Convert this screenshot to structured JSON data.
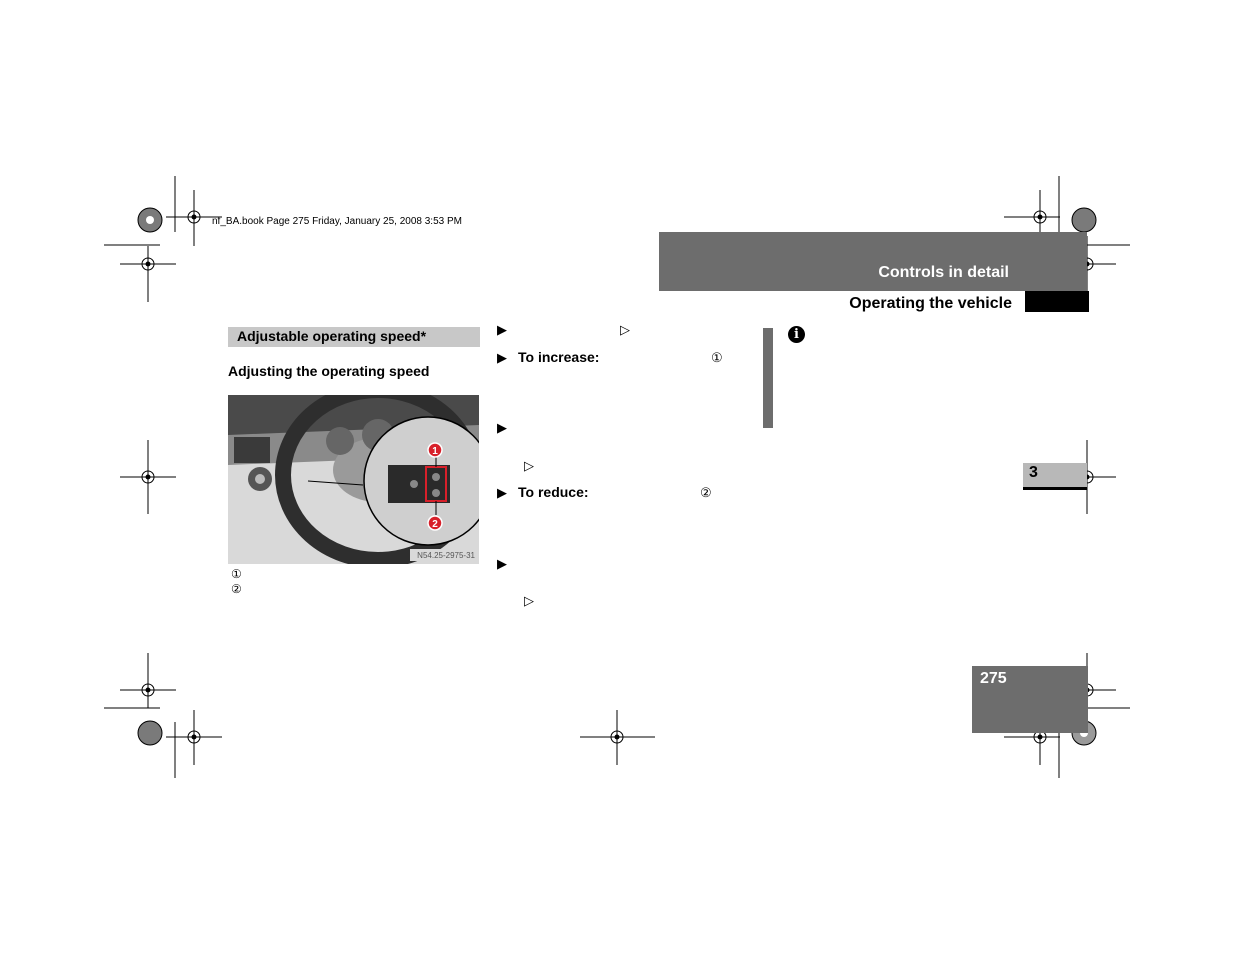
{
  "print_info": "nf_BA.book  Page 275  Friday, January 25, 2008  3:53 PM",
  "header": {
    "chapter_title": "Controls in detail",
    "section_title": "Operating the vehicle"
  },
  "section": {
    "heading": "Adjustable operating speed*",
    "subheading": "Adjusting the operating speed"
  },
  "figure": {
    "code": "N54.25-2975-31",
    "callouts": [
      "1",
      "2"
    ]
  },
  "legend": [
    "①",
    "②"
  ],
  "steps": {
    "bullet": "▶",
    "hollow_arrow": "▷",
    "increase_label": "To increase:",
    "reduce_label": "To reduce:",
    "increase_ref": "①",
    "reduce_ref": "②"
  },
  "info_icon": "info-icon",
  "chapter_number": "3",
  "page_number": "275",
  "colors": {
    "band_gray": "#6d6d6d",
    "heading_gray": "#c8c8c8",
    "callout_red": "#d8202a"
  }
}
